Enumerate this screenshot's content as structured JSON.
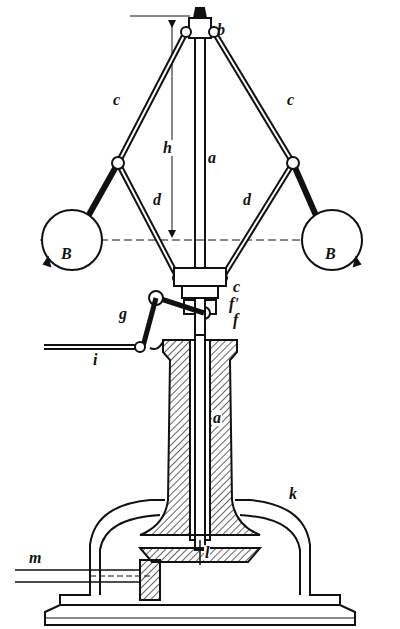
{
  "diagram": {
    "labels": [
      "b",
      "c",
      "h",
      "a",
      "c",
      "d",
      "d",
      "B",
      "B",
      "c",
      "f'",
      "f",
      "g",
      "i",
      "a",
      "k",
      "m",
      "l"
    ]
  }
}
